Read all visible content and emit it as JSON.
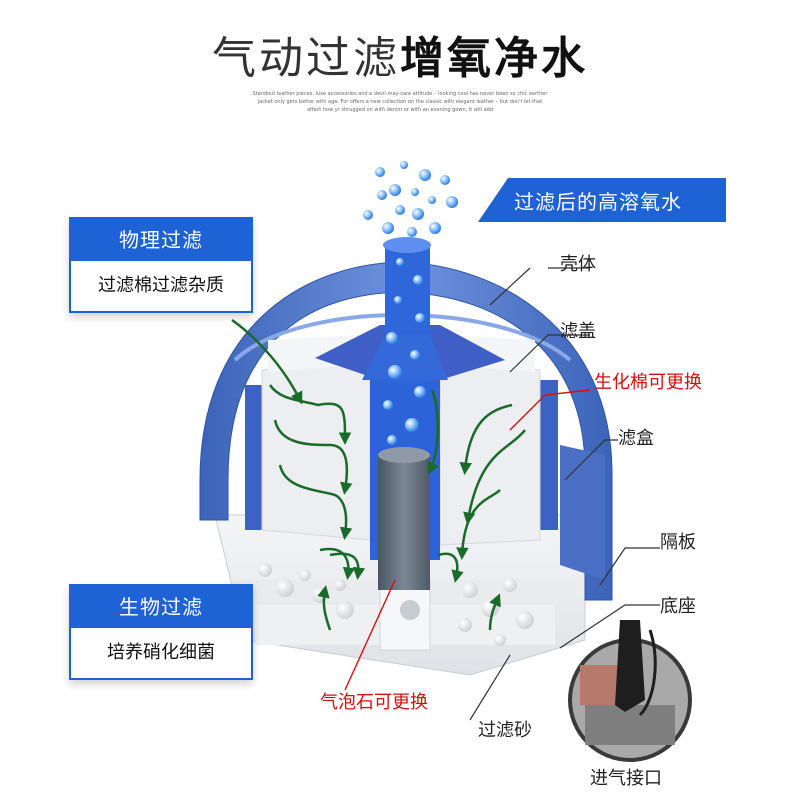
{
  "title": {
    "light": "气动过滤",
    "bold": "增氧净水"
  },
  "subtitle": "Standout leather pieces, luxe accessories and a devil-may-care attitude – looking cool has never been so chic eerther jacket only gets better with age. For offers a new collection on the classic with elegant leather – but don't let that affect how yr shrugged on with denim or with an evening gown, it will add",
  "banner": "过滤后的高溶氧水",
  "callouts": {
    "physical": {
      "title": "物理过滤",
      "desc": "过滤棉过滤杂质"
    },
    "biological": {
      "title": "生物过滤",
      "desc": "培养硝化细菌"
    }
  },
  "labels": {
    "shell": "壳体",
    "filter_cover": "滤盖",
    "bio_cotton": "生化棉可更换",
    "filter_box": "滤盒",
    "partition": "隔板",
    "base": "底座",
    "air_stone": "气泡石可更换",
    "filter_sand": "过滤砂",
    "air_inlet": "进气接口"
  },
  "colors": {
    "accent": "#1e62d6",
    "shell": "#4a74c9",
    "highlight": "#d41111",
    "arrow": "#1a6b2a"
  }
}
